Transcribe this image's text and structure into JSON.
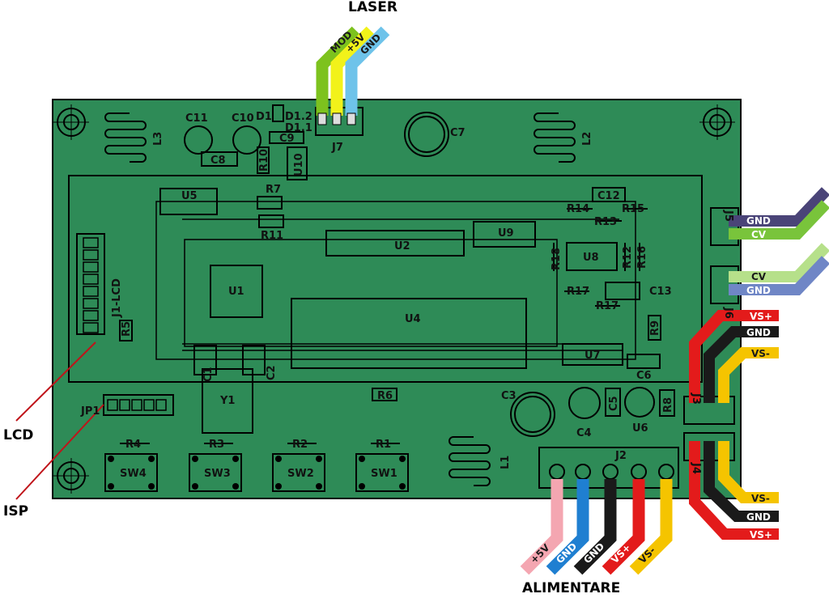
{
  "labels": {
    "laser": "LASER",
    "alimentare": "ALIMENTARE",
    "lcd": "LCD",
    "isp": "ISP"
  },
  "laser_wires": {
    "mod": "MOD",
    "p5v": "+5V",
    "gnd": "GND"
  },
  "power_wires": {
    "p5v": "+5V",
    "gnd1": "GND",
    "gnd2": "GND",
    "vsp": "VS+",
    "vsm": "VS-"
  },
  "right_wires": {
    "j5_gnd": "GND",
    "j5_cv": "CV",
    "j6_cv": "CV",
    "j6_gnd": "GND",
    "top_vsp": "VS+",
    "top_gnd": "GND",
    "top_vsm": "VS-",
    "bot_vsm": "VS-",
    "bot_gnd": "GND",
    "bot_vsp": "VS+"
  },
  "refs": {
    "c11": "C11",
    "c10": "C10",
    "d1": "D1",
    "d12": "D1.2",
    "d11": "D1.1",
    "c8": "C8",
    "c9": "C9",
    "r10": "R10",
    "u10": "U10",
    "j7": "J7",
    "l3": "L3",
    "c7": "C7",
    "l2": "L2",
    "j5": "J5",
    "j6": "J6",
    "u5": "U5",
    "r7": "R7",
    "r11": "R11",
    "c12": "C12",
    "r14": "R14",
    "r15": "R15",
    "r13": "R13",
    "u2": "U2",
    "u9": "U9",
    "r18": "R18",
    "u8": "U8",
    "r12": "R12",
    "r16": "R16",
    "u1": "U1",
    "r17a": "R17",
    "r17b": "R17",
    "c13": "C13",
    "j1": "J1-LCD",
    "r5": "R5",
    "u4": "U4",
    "r9": "R9",
    "u7": "U7",
    "c6": "C6",
    "c1": "C1",
    "c2": "C2",
    "y1": "Y1",
    "r6": "R6",
    "jp1": "JP1",
    "c3": "C3",
    "c4": "C4",
    "c5": "C5",
    "u6": "U6",
    "r8": "R8",
    "r4": "R4",
    "r3": "R3",
    "r2": "R2",
    "r1": "R1",
    "sw4": "SW4",
    "sw3": "SW3",
    "sw2": "SW2",
    "sw1": "SW1",
    "l1": "L1",
    "j2": "J2",
    "j3": "J3",
    "j4": "J4"
  },
  "colors": {
    "pcb": "#2e8b57",
    "mod": "#7dc21e",
    "p5v_laser": "#f2f21a",
    "gnd_laser": "#6ec3ea",
    "pink": "#f4a6b1",
    "blue": "#1f7fd1",
    "black": "#1a1a1a",
    "red": "#e31b1b",
    "yellow": "#f5c400",
    "navy": "#4a4478",
    "green": "#79c43b",
    "lightgreen": "#b6e08a",
    "steelblue": "#6f86c6"
  }
}
